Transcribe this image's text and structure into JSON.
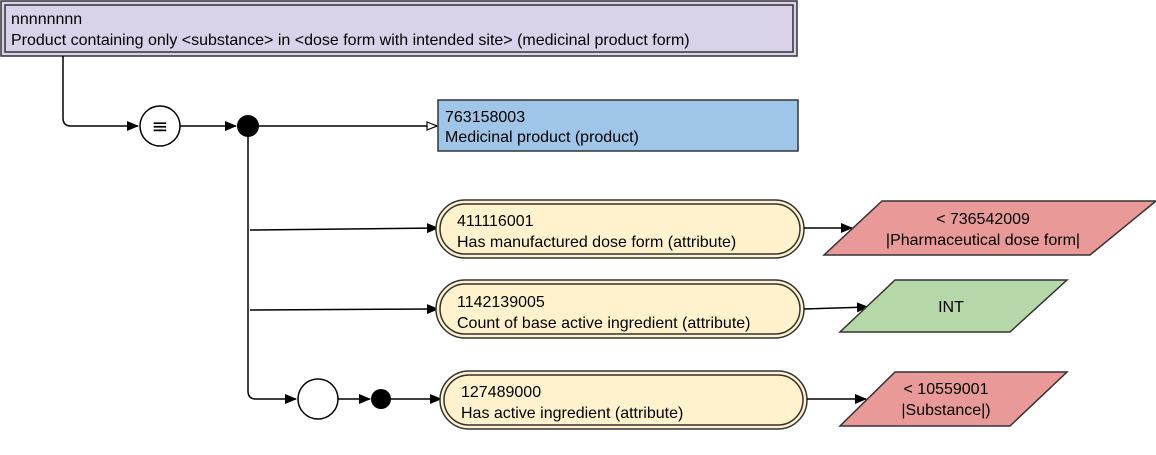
{
  "definition": {
    "id": "nnnnnnnn",
    "label": "Product containing only <substance> in <dose form with intended site> (medicinal product form)",
    "fill": "#d9d2e9"
  },
  "operator_symbol": "≡",
  "parent": {
    "id": "763158003",
    "label": "Medicinal product (product)",
    "fill": "#9fc5e8"
  },
  "attributes": [
    {
      "id": "411116001",
      "label": "Has manufactured dose form (attribute)",
      "value_line1": "< 736542009",
      "value_line2": "|Pharmaceutical dose form|",
      "value_fill": "#ea9999"
    },
    {
      "id": "1142139005",
      "label": "Count of base active ingredient (attribute)",
      "value_line1": "INT",
      "value_line2": "",
      "value_fill": "#b6d7a8"
    },
    {
      "id": "127489000",
      "label": "Has active ingredient (attribute)",
      "value_line1": "< 10559001",
      "value_line2": "|Substance|)",
      "value_fill": "#ea9999"
    }
  ],
  "attribute_fill": "#fff2cc"
}
